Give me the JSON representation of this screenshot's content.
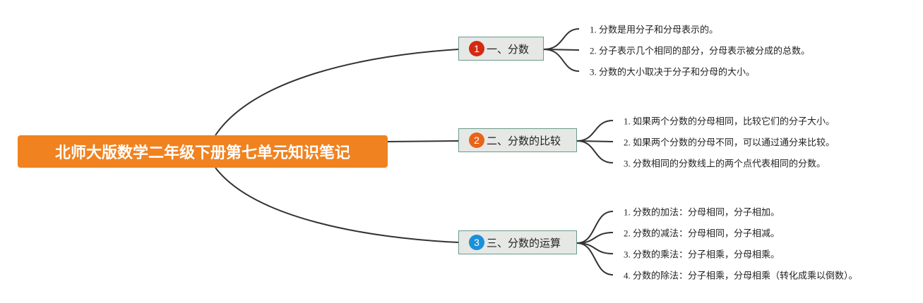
{
  "root": {
    "title": "北师大版数学二年级下册第七单元知识笔记",
    "color": "#f08220"
  },
  "topics": [
    {
      "badge": "1",
      "label": "一、分数",
      "badge_color": "#d42a12",
      "leaves": [
        "1. 分数是用分子和分母表示的。",
        "2. 分子表示几个相同的部分，分母表示被分成的总数。",
        "3. 分数的大小取决于分子和分母的大小。"
      ]
    },
    {
      "badge": "2",
      "label": "二、分数的比较",
      "badge_color": "#e8641a",
      "leaves": [
        "1. 如果两个分数的分母相同，比较它们的分子大小。",
        "2. 如果两个分数的分母不同，可以通过通分来比较。",
        "3. 分数相同的分数线上的两个点代表相同的分数。"
      ]
    },
    {
      "badge": "3",
      "label": "三、分数的运算",
      "badge_color": "#1a90d8",
      "leaves": [
        "1. 分数的加法：分母相同，分子相加。",
        "2. 分数的减法：分母相同，分子相减。",
        "3. 分数的乘法：分子相乘，分母相乘。",
        "4. 分数的除法：分子相乘，分母相乘（转化成乘以倒数）。"
      ]
    }
  ]
}
